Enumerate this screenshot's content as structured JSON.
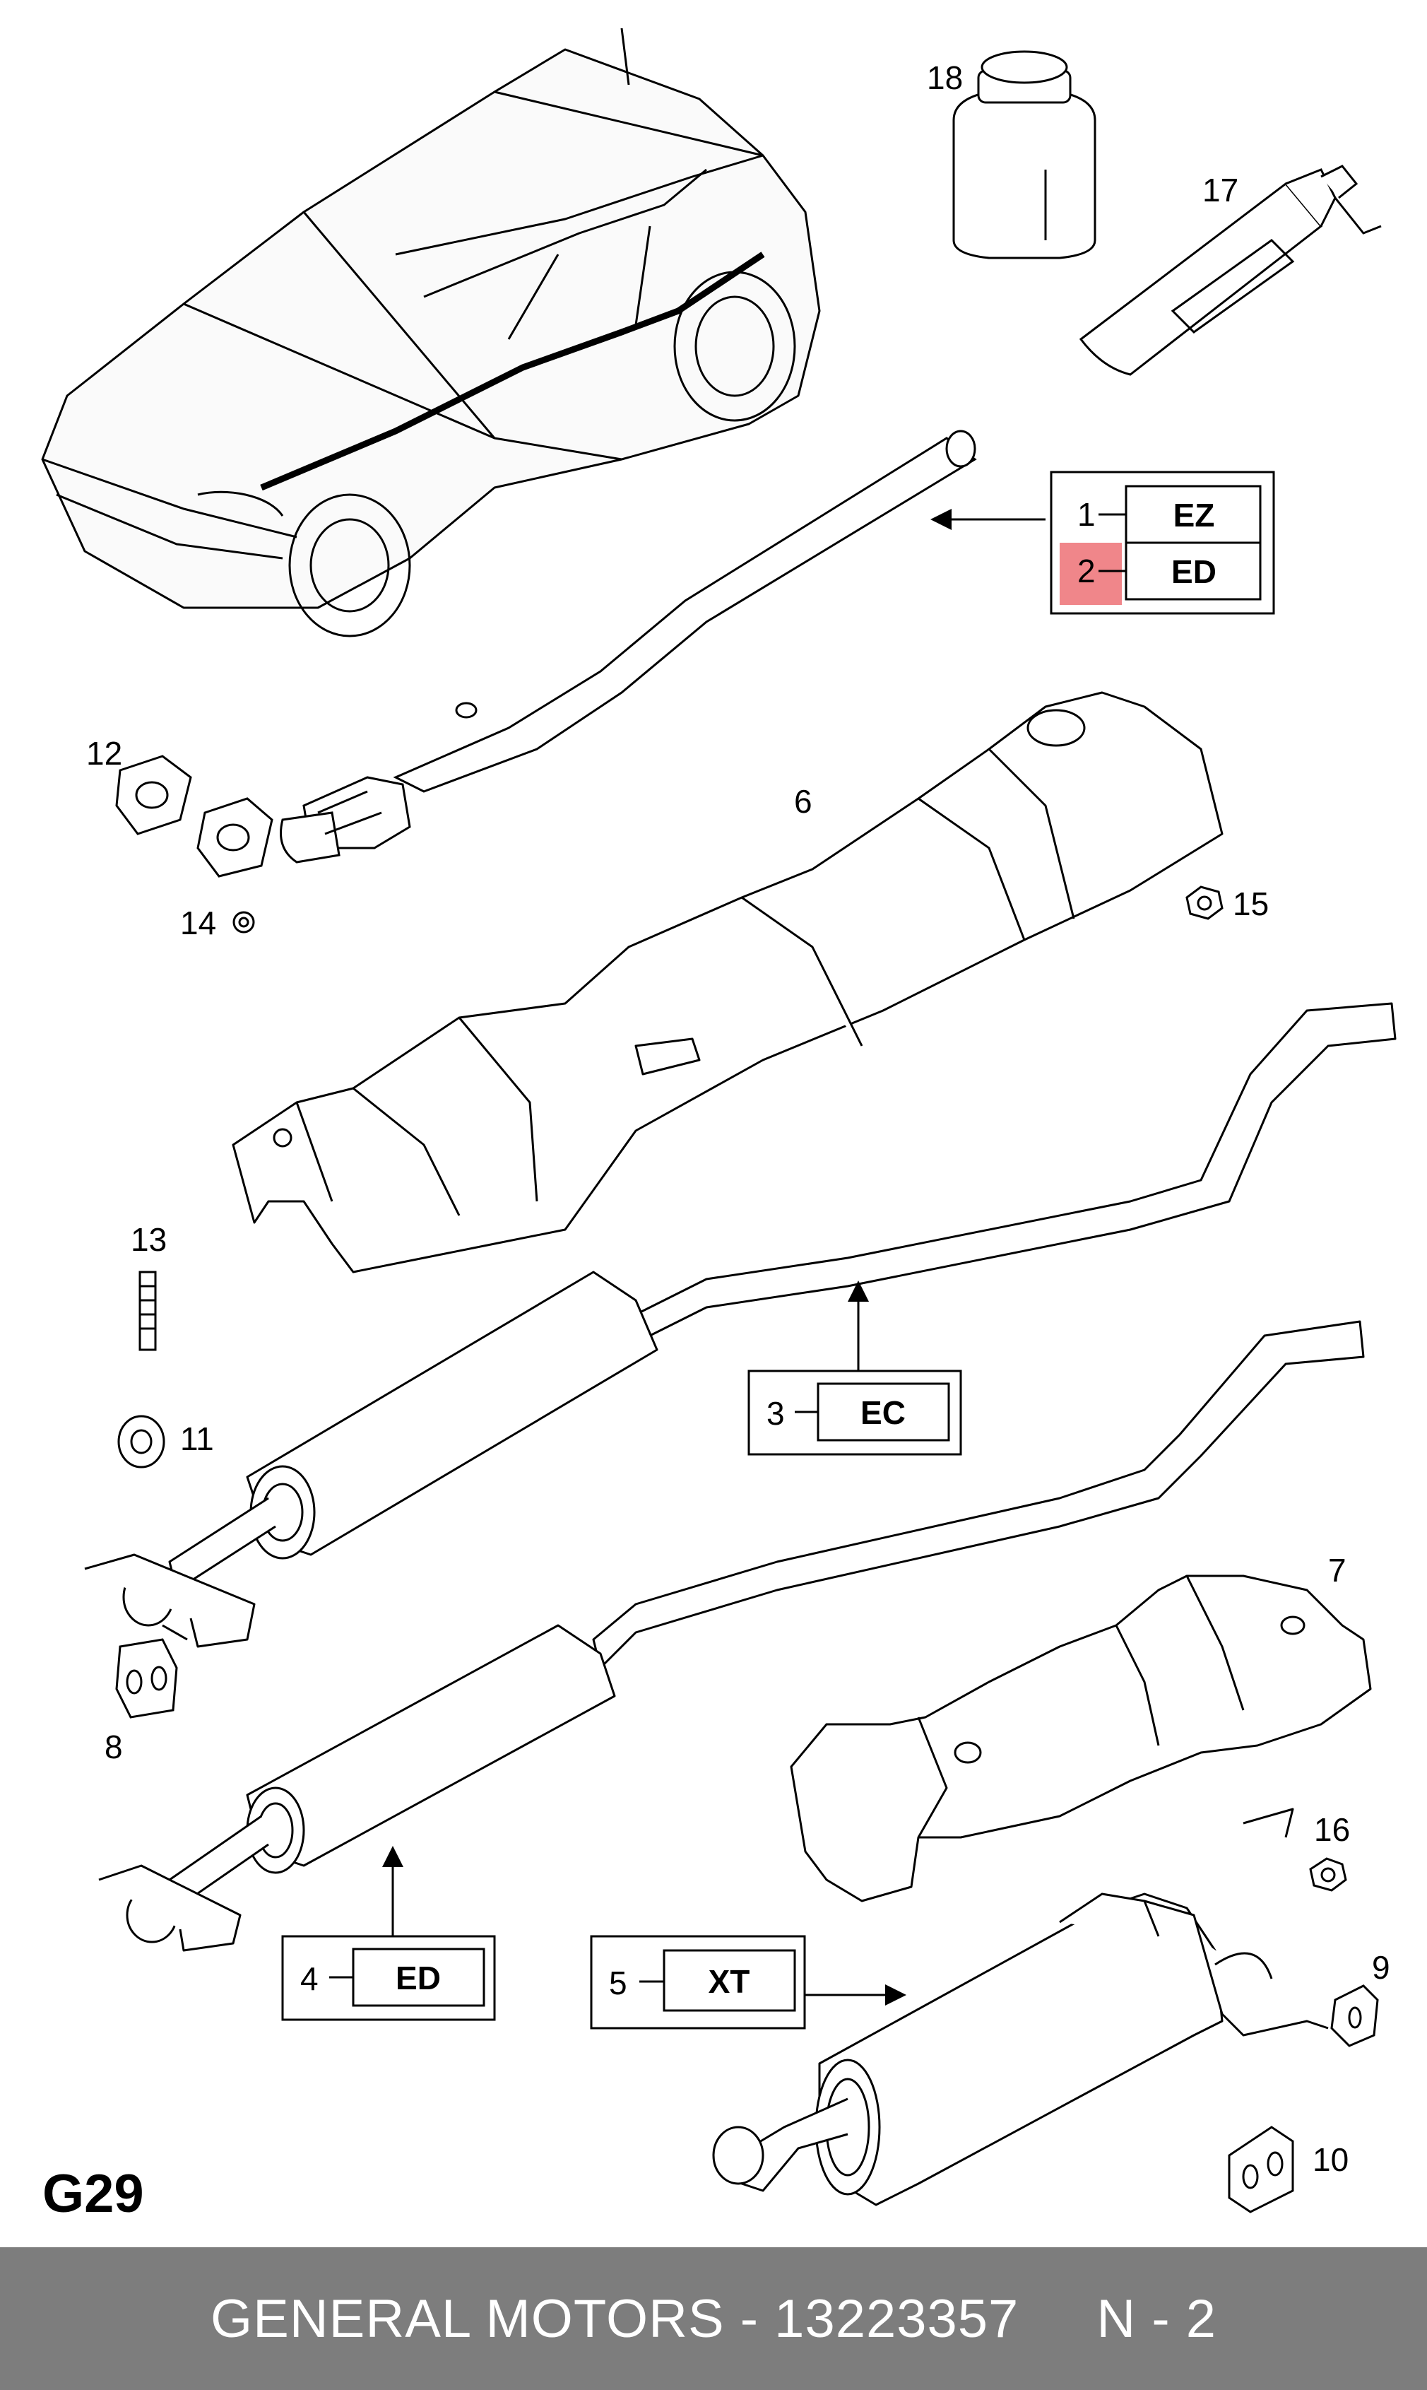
{
  "diagram": {
    "page_code": "G29",
    "callouts": [
      {
        "num": "1",
        "code": "EZ",
        "highlight": false
      },
      {
        "num": "2",
        "code": "ED",
        "highlight": true
      },
      {
        "num": "3",
        "code": "EC",
        "highlight": false
      },
      {
        "num": "4",
        "code": "ED",
        "highlight": false
      },
      {
        "num": "5",
        "code": "XT",
        "highlight": false
      }
    ],
    "part_numbers": [
      "6",
      "7",
      "8",
      "9",
      "10",
      "11",
      "12",
      "13",
      "14",
      "15",
      "16",
      "17",
      "18"
    ],
    "colors": {
      "line": "#000000",
      "highlight": "#f0868a",
      "footer_bg": "#7d7d7d",
      "footer_text": "#ffffff"
    }
  },
  "footer": {
    "brand": "GENERAL MOTORS - 13223357",
    "page": "N - 2"
  }
}
